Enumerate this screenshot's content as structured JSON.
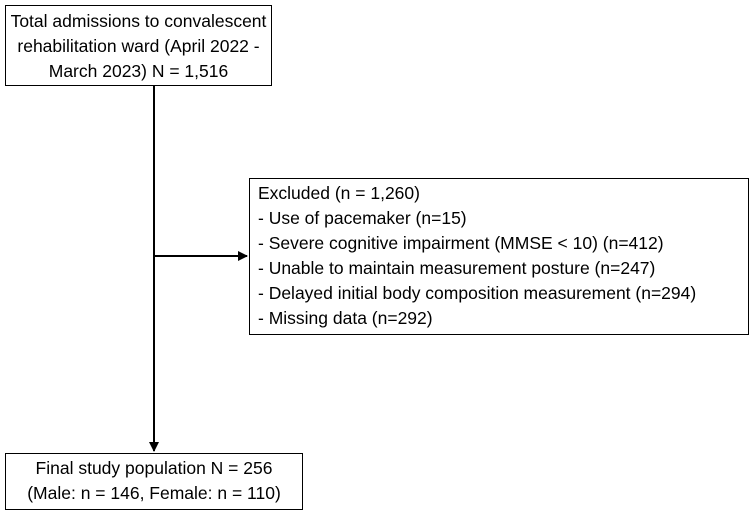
{
  "top_box": {
    "lines": [
      "Total admissions to convalescent",
      "rehabilitation ward (April 2022 -",
      "March 2023) N = 1,516"
    ]
  },
  "excluded_box": {
    "title": "Excluded (n = 1,260)",
    "items": [
      "- Use of pacemaker (n=15)",
      "- Severe cognitive impairment (MMSE < 10)  (n=412)",
      "- Unable to maintain measurement posture  (n=247)",
      "- Delayed initial body composition measurement (n=294)",
      "- Missing data (n=292)"
    ]
  },
  "final_box": {
    "lines": [
      "Final study population N = 256",
      "(Male: n = 146, Female: n = 110)"
    ]
  }
}
